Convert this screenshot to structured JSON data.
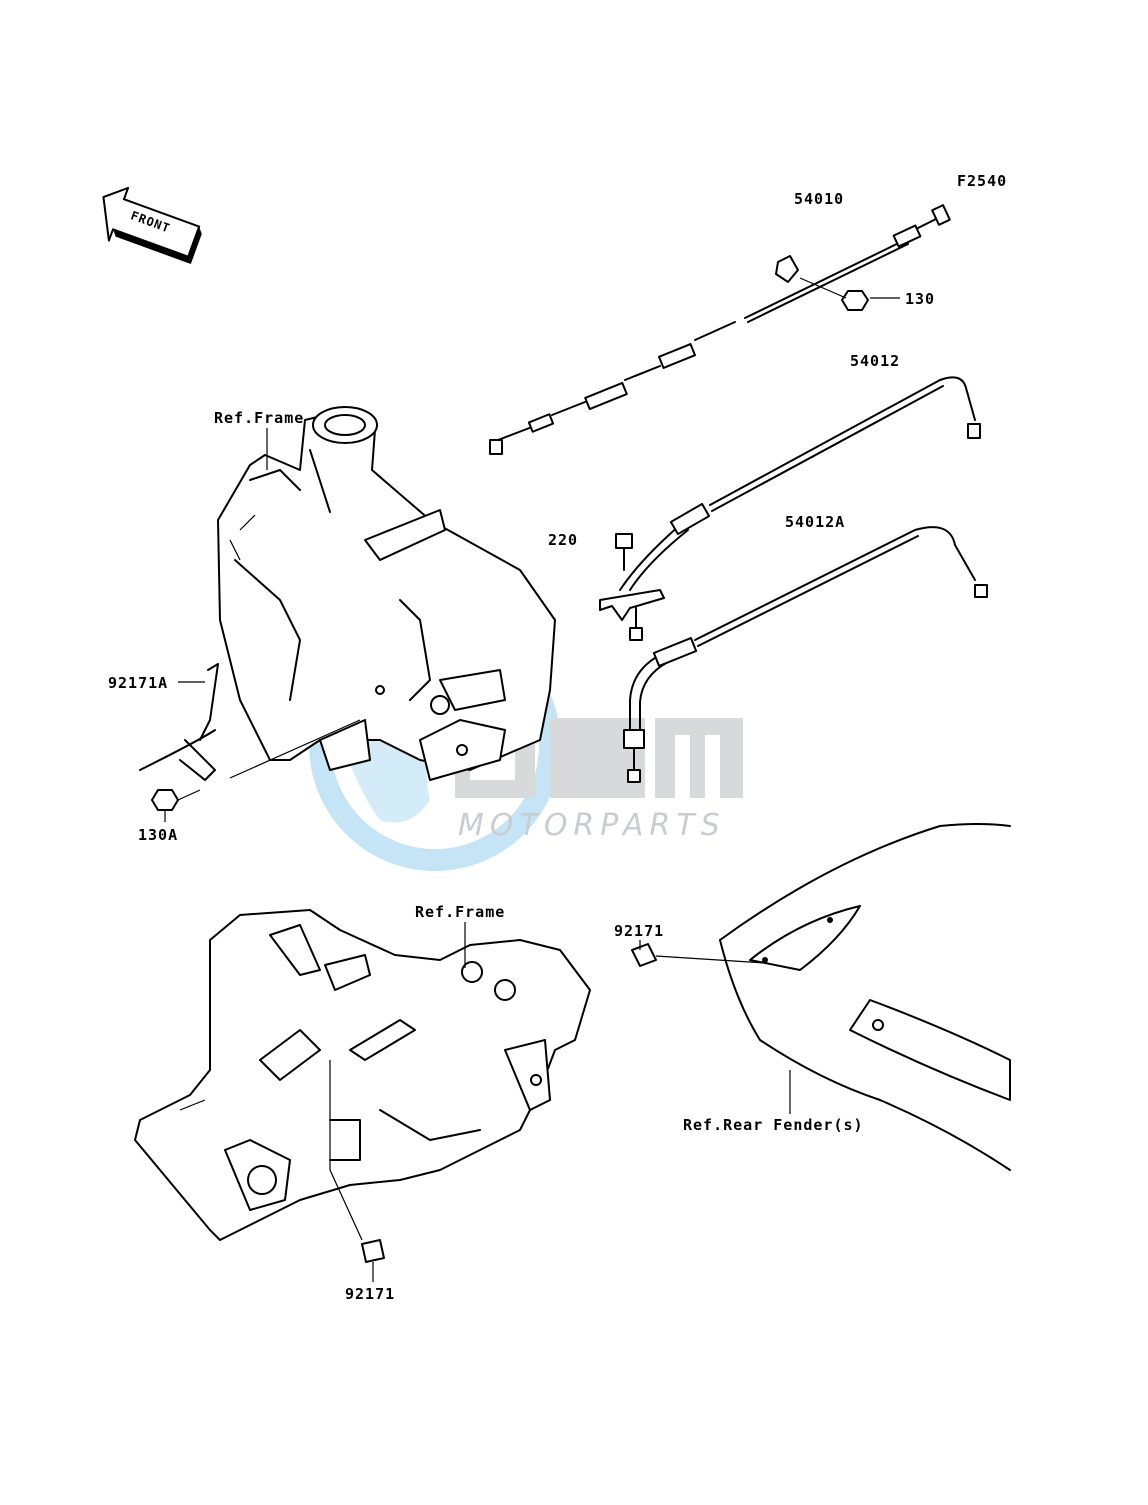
{
  "diagram_code": "F2540",
  "front_label": "FRONT",
  "watermark": {
    "brand": "MOTORPARTS",
    "color": "#3aa8e0",
    "gray": "#c9ccd0"
  },
  "parts": {
    "p54010": "54010",
    "p130": "130",
    "p54012": "54012",
    "p220": "220",
    "p54012A": "54012A",
    "p92171A": "92171A",
    "p130A": "130A",
    "p92171_right": "92171",
    "p92171_bottom": "92171"
  },
  "references": {
    "frame_top": "Ref.Frame",
    "frame_bottom": "Ref.Frame",
    "rear_fender": "Ref.Rear Fender(s)"
  }
}
